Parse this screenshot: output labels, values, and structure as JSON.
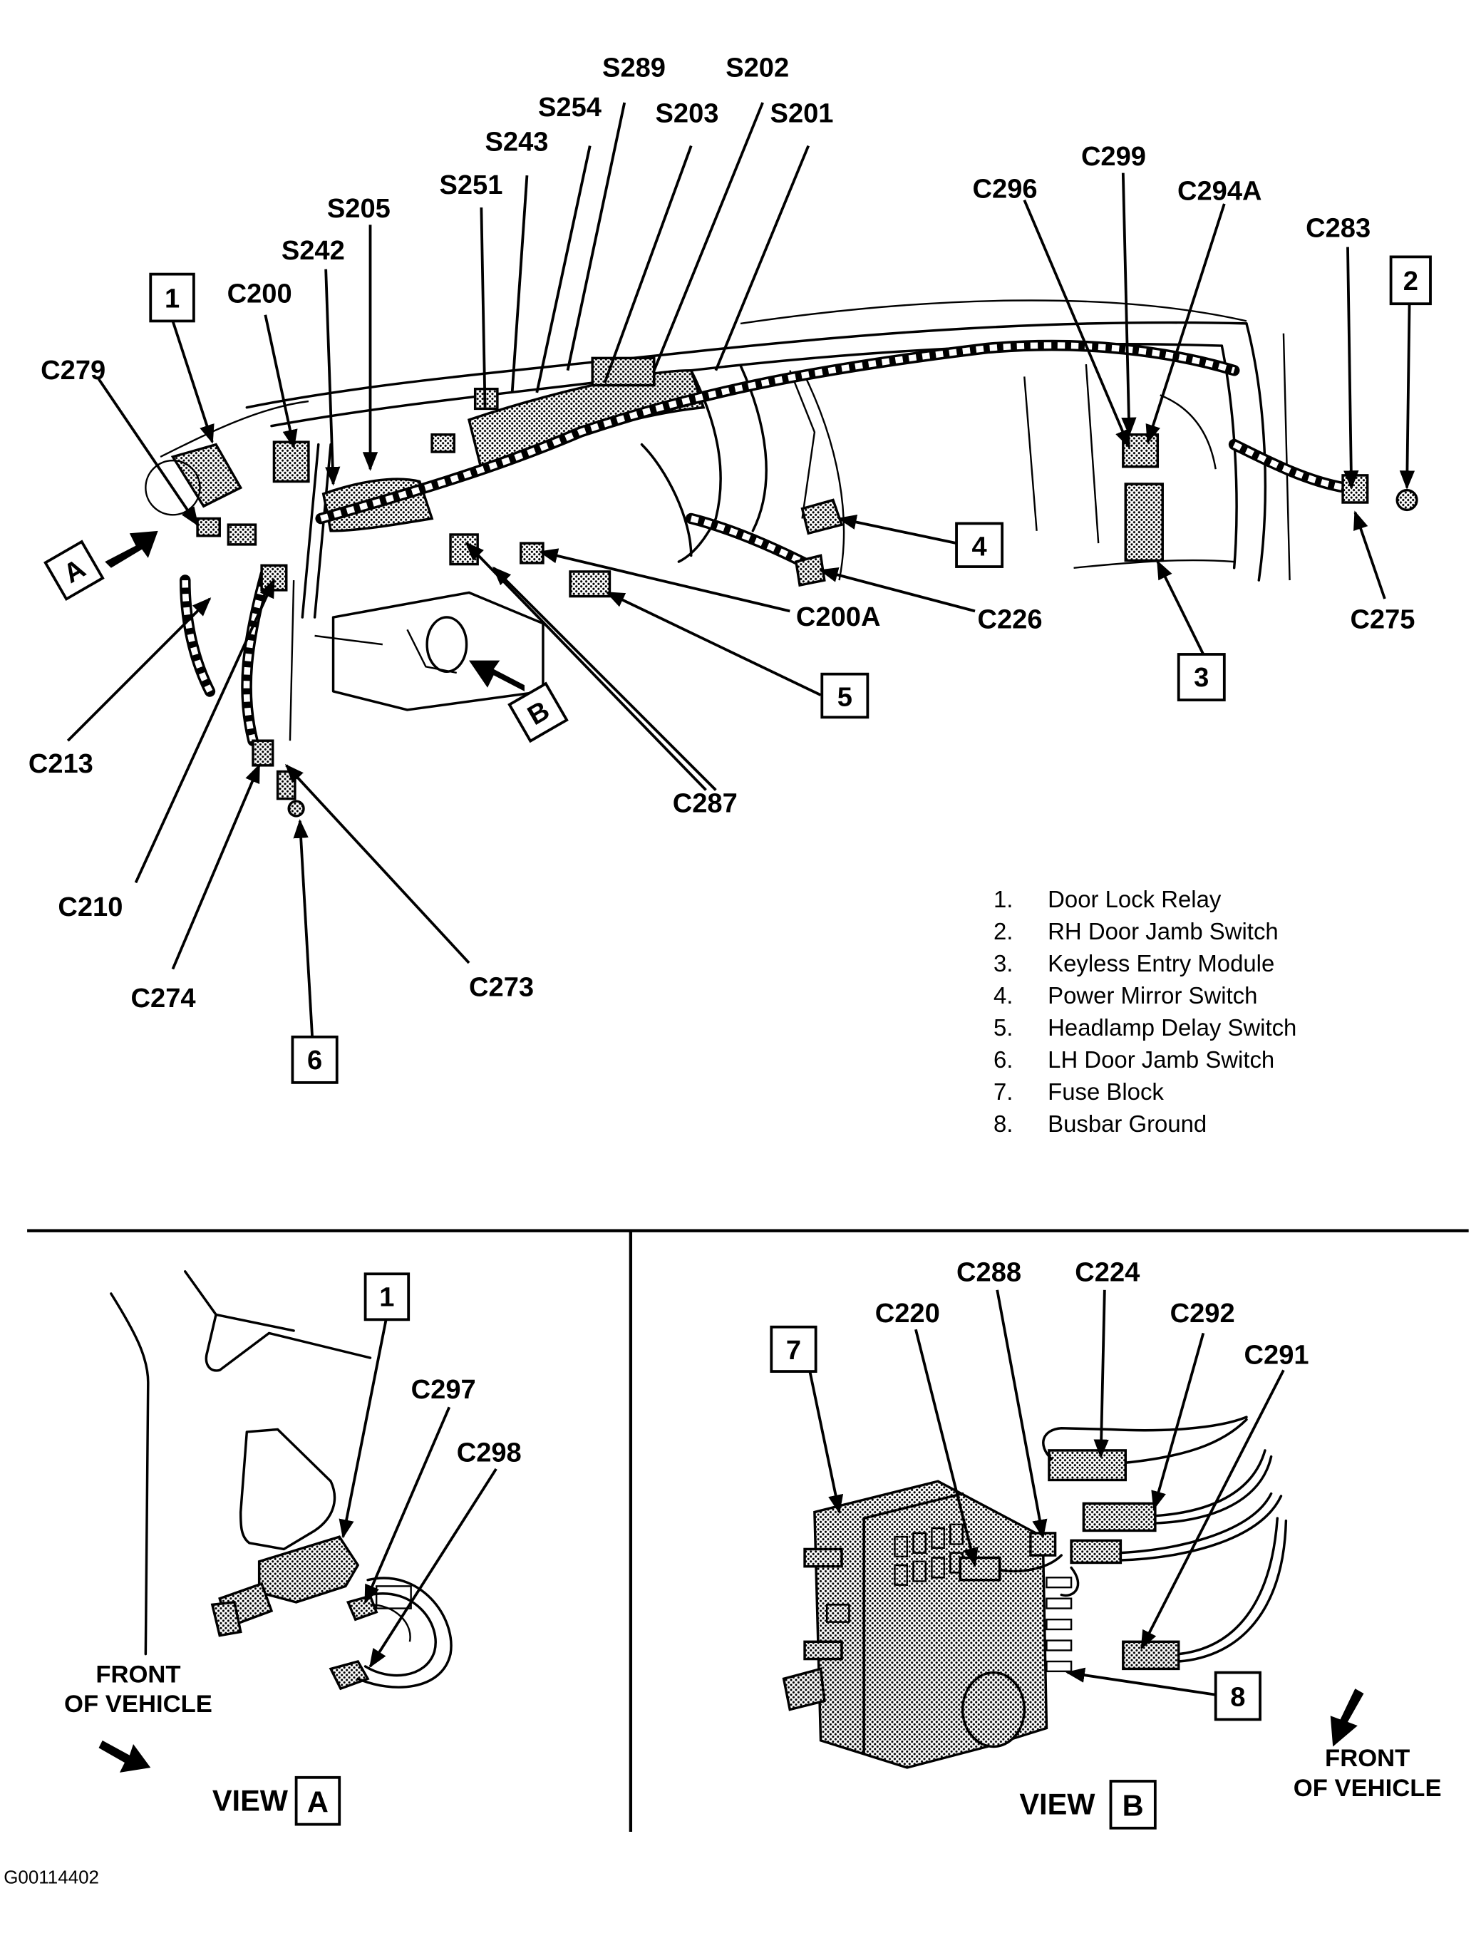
{
  "figure_id": "G00114402",
  "main_view": {
    "splice_labels": [
      "S289",
      "S202",
      "S254",
      "S203",
      "S201",
      "S243",
      "S251",
      "S205",
      "S242"
    ],
    "connector_labels": [
      "C200",
      "C279",
      "C296",
      "C299",
      "C294A",
      "C283",
      "C275",
      "C200A",
      "C226",
      "C287",
      "C213",
      "C210",
      "C274",
      "C273"
    ],
    "callouts": [
      "1",
      "2",
      "3",
      "4",
      "5",
      "6"
    ],
    "view_markers": [
      "A",
      "B"
    ]
  },
  "legend": {
    "items": [
      {
        "num": "1.",
        "label": "Door Lock Relay"
      },
      {
        "num": "2.",
        "label": "RH Door Jamb Switch"
      },
      {
        "num": "3.",
        "label": "Keyless Entry Module"
      },
      {
        "num": "4.",
        "label": "Power Mirror Switch"
      },
      {
        "num": "5.",
        "label": "Headlamp Delay Switch"
      },
      {
        "num": "6.",
        "label": "LH Door Jamb Switch"
      },
      {
        "num": "7.",
        "label": "Fuse Block"
      },
      {
        "num": "8.",
        "label": "Busbar Ground"
      }
    ]
  },
  "view_a": {
    "title_word": "VIEW",
    "letter": "A",
    "callout": "1",
    "connectors": [
      "C297",
      "C298"
    ],
    "front_line1": "FRONT",
    "front_line2": "OF VEHICLE"
  },
  "view_b": {
    "title_word": "VIEW",
    "letter": "B",
    "callouts": [
      "7",
      "8"
    ],
    "connectors": [
      "C288",
      "C224",
      "C220",
      "C292",
      "C291"
    ],
    "front_line1": "FRONT",
    "front_line2": "OF VEHICLE"
  }
}
